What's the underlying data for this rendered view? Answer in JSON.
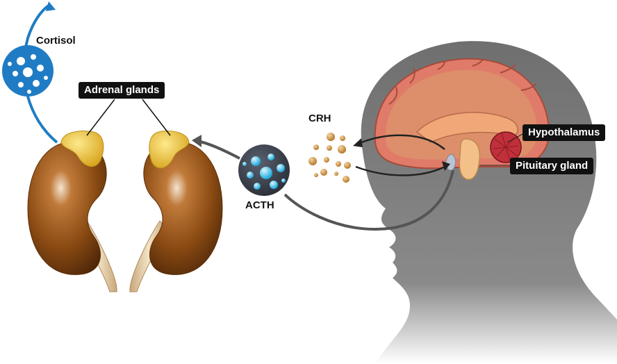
{
  "labels": {
    "cortisol": "Cortisol",
    "adrenal_glands": "Adrenal glands",
    "crh": "CRH",
    "acth": "ACTH",
    "hypothalamus": "Hypothalamus",
    "pituitary_gland": "Pituitary gland"
  },
  "colors": {
    "head": "#7a7a7a",
    "kidney": "#8a4a12",
    "adrenal": "#f2c437",
    "cortisol_arrow": "#1f7cc4",
    "acth_bubble": "#3a3f4a",
    "crh_dot": "#d19a48",
    "brain": "#e07b6a"
  }
}
